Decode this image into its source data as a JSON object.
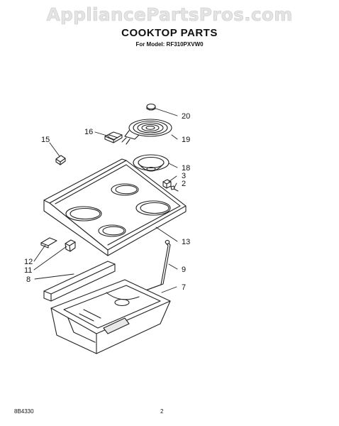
{
  "watermark": "AppliancePartsPros.com",
  "title": "COOKTOP PARTS",
  "subtitle": "For Model: RF310PXVW0",
  "footer": {
    "code": "8B4330",
    "page": "2"
  },
  "callouts": [
    "20",
    "19",
    "16",
    "15",
    "18",
    "3",
    "2",
    "13",
    "12",
    "11",
    "9",
    "8",
    "7"
  ]
}
